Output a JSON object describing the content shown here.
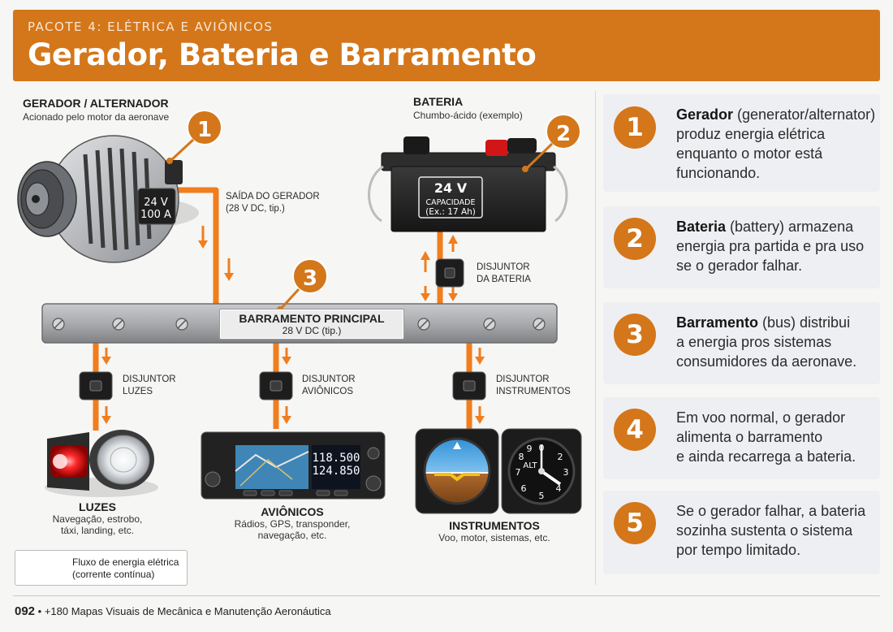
{
  "header": {
    "kicker": "PACOTE 4: ELÉTRICA E AVIÔNICOS",
    "title": "Gerador, Bateria e Barramento"
  },
  "components": {
    "generator": {
      "title": "GERADOR / ALTERNADOR",
      "subtitle": "Acionado pelo motor da aeronave",
      "plate_line1": "24 V",
      "plate_line2": "100 A",
      "output_line1": "SAÍDA DO GERADOR",
      "output_line2": "(28 V DC, tip.)",
      "badge": "1"
    },
    "battery": {
      "title": "BATERIA",
      "subtitle": "Chumbo-ácido (exemplo)",
      "voltage": "24 V",
      "capacity_line1": "CAPACIDADE",
      "capacity_line2": "(Ex.: 17 Ah)",
      "breaker_line1": "DISJUNTOR",
      "breaker_line2": "DA BATERIA",
      "badge": "2"
    },
    "bus": {
      "title": "BARRAMENTO PRINCIPAL",
      "subtitle": "28 V DC (tip.)",
      "badge": "3"
    },
    "lights": {
      "breaker_line1": "DISJUNTOR",
      "breaker_line2": "LUZES",
      "title": "LUZES",
      "desc_line1": "Navegação, estrobo,",
      "desc_line2": "táxi, landing, etc."
    },
    "avionics": {
      "breaker_line1": "DISJUNTOR",
      "breaker_line2": "AVIÔNICOS",
      "title": "AVIÔNICOS",
      "desc_line1": "Rádios, GPS, transponder,",
      "desc_line2": "navegação, etc.",
      "freq_active": "118.500",
      "freq_standby": "124.850"
    },
    "instruments": {
      "breaker_line1": "DISJUNTOR",
      "breaker_line2": "INSTRUMENTOS",
      "title": "INSTRUMENTOS",
      "desc": "Voo, motor, sistemas, etc.",
      "alt_label": "ALT"
    }
  },
  "legend": {
    "line1": "Fluxo de energia elétrica",
    "line2": "(corrente contínua)"
  },
  "cards": [
    {
      "num": "1",
      "bold": "Gerador",
      "line1": " (generator/alternator)",
      "line2": "produz energia elétrica",
      "line3": "enquanto o motor está",
      "line4": "funcionando."
    },
    {
      "num": "2",
      "bold": "Bateria",
      "line1": " (battery) armazena",
      "line2": "energia pra partida e pra uso",
      "line3": "se o gerador falhar."
    },
    {
      "num": "3",
      "bold": "Barramento",
      "line1": " (bus) distribui",
      "line2": "a energia pros sistemas",
      "line3": "consumidores da aeronave."
    },
    {
      "num": "4",
      "line1": "Em voo normal, o gerador",
      "line2": "alimenta o barramento",
      "line3": "e ainda recarrega a bateria."
    },
    {
      "num": "5",
      "line1": "Se o gerador falhar, a bateria",
      "line2": "sozinha sustenta o sistema",
      "line3": "por tempo limitado."
    }
  ],
  "footer": {
    "page": "092",
    "sep": " • ",
    "text": "+180 Mapas Visuais de Mecânica e Manutenção Aeronáutica"
  },
  "colors": {
    "accent": "#d4761a",
    "flow": "#f07d1e"
  }
}
